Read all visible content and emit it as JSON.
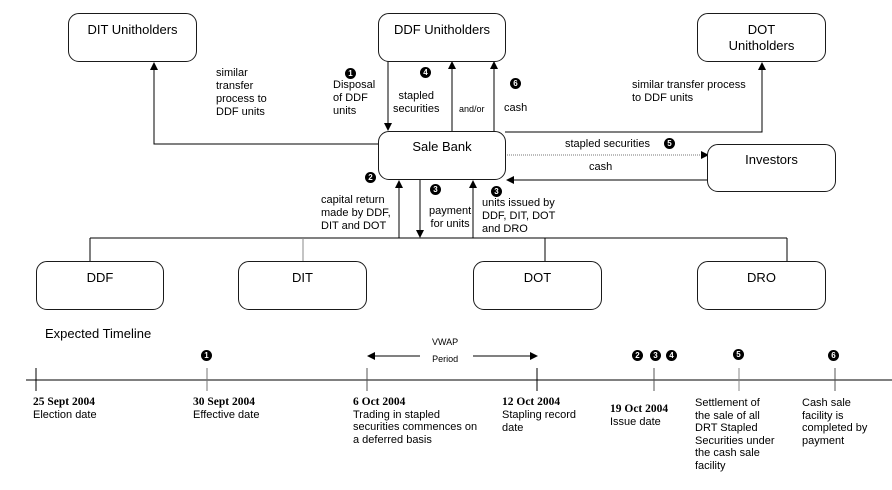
{
  "entities": {
    "dit_unitholders": "DIT Unitholders",
    "ddf_unitholders": "DDF Unitholders",
    "dot_unitholders_line1": "DOT",
    "dot_unitholders_line2": "Unitholders",
    "sale_bank": "Sale Bank",
    "investors": "Investors",
    "ddf": "DDF",
    "dit": "DIT",
    "dot": "DOT",
    "dro": "DRO"
  },
  "flows": {
    "dit_transfer": [
      "similar",
      "transfer",
      "process to",
      "DDF units"
    ],
    "dot_transfer": [
      "similar transfer process",
      "to DDF units"
    ],
    "disposal": [
      "Disposal",
      "of DDF",
      "units"
    ],
    "stapled_securities_up": [
      "stapled",
      "securities"
    ],
    "and_or": "and/or",
    "cash_up": "cash",
    "stapled_to_investors": "stapled securities",
    "cash_from_investors": "cash",
    "capital_return": [
      "capital return",
      "made by DDF,",
      "DIT and DOT"
    ],
    "payment": [
      "payment",
      "for units"
    ],
    "units_issued": [
      "units issued by",
      "DDF, DIT, DOT",
      "and DRO"
    ]
  },
  "step_markers": {
    "disposal": "1",
    "stapled_securities": "4",
    "cash": "6",
    "to_investors": "5",
    "capital_return": "2",
    "payment": "3",
    "units_issued": "3"
  },
  "timeline": {
    "title": "Expected Timeline",
    "vwap_label": [
      "VWAP",
      "Period"
    ],
    "events": [
      {
        "date": "25 Sept 2004",
        "desc": [
          "Election date"
        ],
        "markers": []
      },
      {
        "date": "30 Sept 2004",
        "desc": [
          "Effective date"
        ],
        "markers": [
          "1"
        ]
      },
      {
        "date": "6 Oct 2004",
        "desc": [
          "Trading in stapled",
          "securities commences on",
          "a deferred basis"
        ],
        "markers": []
      },
      {
        "date": "12 Oct 2004",
        "desc": [
          "Stapling record",
          "date"
        ],
        "markers": []
      },
      {
        "date": "19 Oct 2004",
        "desc": [
          "Issue date"
        ],
        "markers": [
          "2",
          "3",
          "4"
        ]
      },
      {
        "date": "",
        "desc": [
          "Settlement of",
          "the sale of all",
          "DRT Stapled",
          "Securities under",
          "the cash sale",
          "facility"
        ],
        "markers": [
          "5"
        ]
      },
      {
        "date": "",
        "desc": [
          "Cash sale",
          "facility is",
          "completed by",
          "payment"
        ],
        "markers": [
          "6"
        ]
      }
    ]
  }
}
